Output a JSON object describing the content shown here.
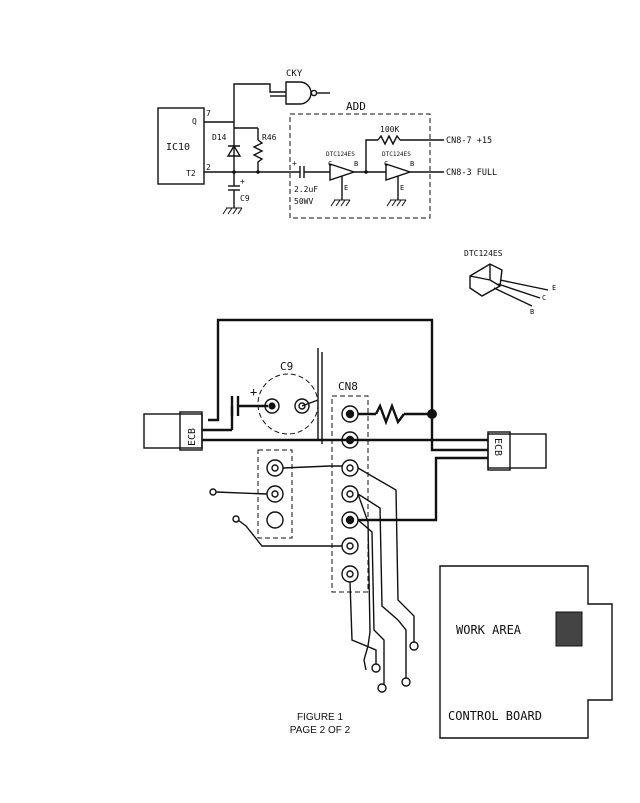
{
  "schematic": {
    "ic_label": "IC10",
    "pin_q": "Q",
    "pin_7": "7",
    "pin_t2": "T2",
    "pin_2": "2",
    "gate_label": "CKY",
    "diode_label": "D14",
    "resistor_label": "R46",
    "cap_label": "C9",
    "cap_plus": "+",
    "add_label": "ADD",
    "resistor_100k": "100K",
    "transistor1_label": "DTC124ES",
    "transistor2_label": "DTC124ES",
    "pin_c1": "C",
    "pin_b1": "B",
    "pin_e1": "E",
    "pin_c2": "C",
    "pin_b2": "B",
    "pin_e2": "E",
    "cap2_value": "2.2uF",
    "cap2_voltage": "50WV",
    "cap2_plus": "+",
    "output1": "CN8-7 +15",
    "output2": "CN8-3 FULL"
  },
  "package": {
    "title": "DTC124ES",
    "pin_e": "E",
    "pin_c": "C",
    "pin_b": "B"
  },
  "pcb": {
    "c9_label": "C9",
    "cn8_label": "CN8",
    "cap_plus": "+",
    "left_connector": "ECB",
    "right_connector": "ECB"
  },
  "board": {
    "work_area": "WORK AREA",
    "control_board": "CONTROL BOARD"
  },
  "caption": {
    "line1": "FIGURE 1",
    "line2": "PAGE 2 OF 2"
  }
}
